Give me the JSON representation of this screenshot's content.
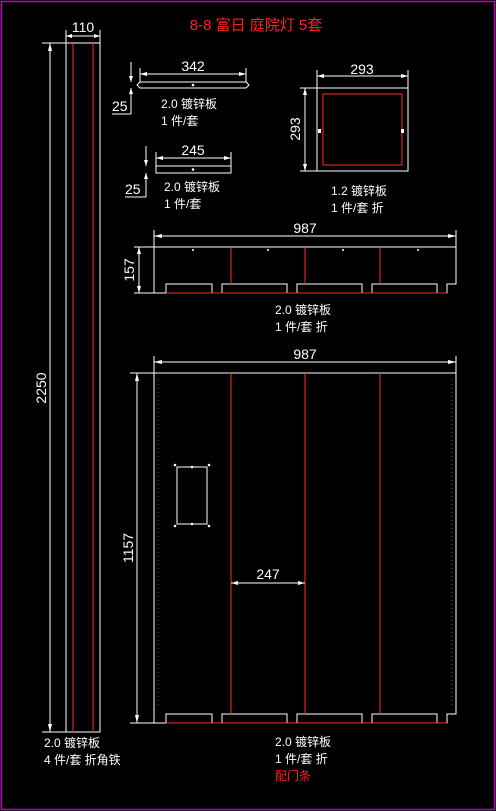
{
  "title": "8-8 富日 庭院灯 5套",
  "colors": {
    "background": "#000000",
    "frame": "#c000c0",
    "line": "#ffffff",
    "accent": "#ff2a2a"
  },
  "post": {
    "width_dim": "110",
    "height_dim": "2250",
    "note_line1": "2.0 镀锌板",
    "note_line2": "4 件/套 折角铁"
  },
  "strip342": {
    "length_dim": "342",
    "height_dim": "25",
    "note_line1": "2.0 镀锌板",
    "note_line2": "1 件/套"
  },
  "strip245": {
    "length_dim": "245",
    "height_dim": "25",
    "note_line1": "2.0 镀锌板",
    "note_line2": "1 件/套"
  },
  "square293": {
    "width_dim": "293",
    "height_dim": "293",
    "note_line1": "1.2 镀锌板",
    "note_line2": "1 件/套 折"
  },
  "panel_small": {
    "width_dim": "987",
    "height_dim": "157",
    "note_line1": "2.0 镀锌板",
    "note_line2": "1 件/套 折"
  },
  "panel_large": {
    "width_dim": "987",
    "height_dim": "1157",
    "inner_dim": "247",
    "note_line1": "2.0 镀锌板",
    "note_line2": "1 件/套 折",
    "note_line3": "配门条"
  }
}
